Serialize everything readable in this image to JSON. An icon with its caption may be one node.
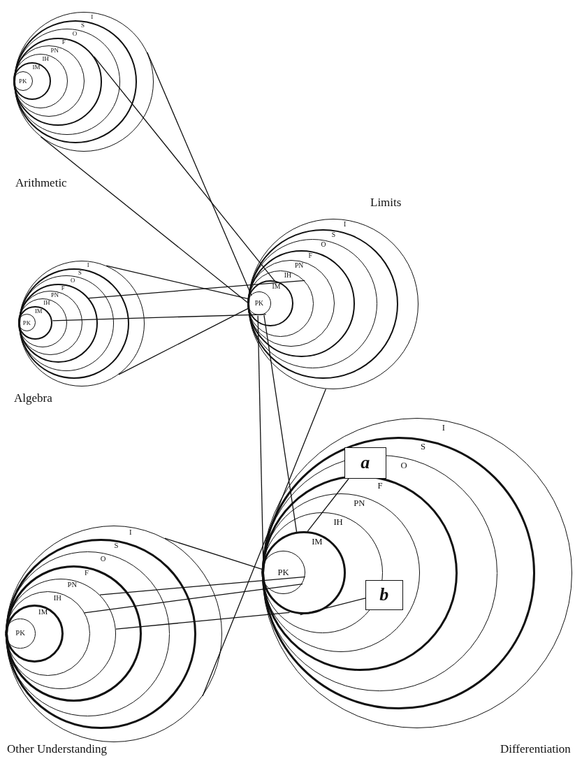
{
  "diagram": {
    "nodes": [
      {
        "text": [
          "I"
        ],
        "beside": [
          "Arithmetic"
        ]
      },
      {
        "text": [
          "S"
        ],
        "in": 0
      },
      {
        "text": [
          "O"
        ],
        "in": 1
      },
      {
        "text": [
          "F"
        ],
        "in": 2
      },
      {
        "text": [
          "PN"
        ],
        "in": 3
      },
      {
        "text": [
          "IH"
        ],
        "in": 4
      },
      {
        "text": [
          "IM"
        ],
        "in": 5
      },
      {
        "text": [
          "PK"
        ],
        "in": 6
      },
      {
        "text": [
          "I"
        ],
        "beside": [
          "Limits"
        ]
      },
      {
        "text": [
          "S"
        ],
        "in": 8
      },
      {
        "text": [
          "O"
        ],
        "in": 9
      },
      {
        "text": [
          "F"
        ],
        "in": 10
      },
      {
        "text": [
          "PN"
        ],
        "in": 11
      },
      {
        "text": [
          "IH"
        ],
        "in": 12
      },
      {
        "text": [
          "IM"
        ],
        "in": 13
      },
      {
        "text": [
          "PK"
        ],
        "in": 14
      },
      {
        "text": [
          "I"
        ],
        "beside": [
          "Algebra"
        ]
      },
      {
        "text": [
          "S"
        ],
        "in": 16
      },
      {
        "text": [
          "O"
        ],
        "in": 17
      },
      {
        "text": [
          "F"
        ],
        "in": 18
      },
      {
        "text": [
          "PN"
        ],
        "in": 19
      },
      {
        "text": [
          "IH"
        ],
        "in": 20
      },
      {
        "text": [
          "IM"
        ],
        "in": 21
      },
      {
        "text": [
          "PK"
        ],
        "in": 22
      },
      {
        "text": [
          "I"
        ],
        "beside": [
          "Other Understanding"
        ]
      },
      {
        "text": [
          "S"
        ],
        "in": 24
      },
      {
        "text": [
          "O"
        ],
        "in": 25
      },
      {
        "text": [
          "F"
        ],
        "in": 26
      },
      {
        "text": [
          "PN"
        ],
        "in": 27
      },
      {
        "text": [
          "IH"
        ],
        "in": 28
      },
      {
        "text": [
          "IM"
        ],
        "in": 29
      },
      {
        "text": [
          "PK"
        ],
        "in": 30
      },
      {
        "text": [
          "I"
        ],
        "beside": [
          "Differentiation"
        ]
      },
      {
        "text": [
          "S"
        ],
        "in": 32
      },
      {
        "text": [
          "O"
        ],
        "in": 33
      },
      {
        "text": [
          "F"
        ],
        "in": 34
      },
      {
        "text": [
          "PN"
        ],
        "in": 35
      },
      {
        "text": [
          "IH"
        ],
        "in": 36
      },
      {
        "text": [
          "IM"
        ],
        "in": 37
      },
      {
        "text": [
          "PK"
        ],
        "in": 38
      },
      {
        "text": [
          "a"
        ],
        "in": 33
      },
      {
        "text": [
          "b"
        ],
        "in": 36
      }
    ],
    "edges": [
      {
        "from": 0,
        "to": 15,
        "arrow": "none"
      },
      {
        "from": 0,
        "to": 15,
        "arrow": "none"
      },
      {
        "from": 3,
        "to": 14,
        "arrow": "none"
      },
      {
        "from": 16,
        "to": 15,
        "arrow": "none"
      },
      {
        "from": 16,
        "to": 15,
        "arrow": "none"
      },
      {
        "from": 19,
        "to": 13,
        "arrow": "none"
      },
      {
        "from": 22,
        "to": 15,
        "arrow": "none"
      },
      {
        "from": 24,
        "to": 8,
        "arrow": "none"
      },
      {
        "from": 15,
        "to": 39,
        "arrow": "none"
      },
      {
        "from": 15,
        "to": 38,
        "arrow": "none"
      },
      {
        "from": 40,
        "to": 38,
        "arrow": "none"
      },
      {
        "from": 41,
        "to": 38,
        "arrow": "none"
      },
      {
        "from": 24,
        "to": 39,
        "arrow": "none"
      },
      {
        "from": 28,
        "to": 39,
        "arrow": "none"
      },
      {
        "from": 29,
        "to": 39,
        "arrow": "none"
      },
      {
        "from": 28,
        "to": 38,
        "arrow": "none"
      }
    ]
  }
}
